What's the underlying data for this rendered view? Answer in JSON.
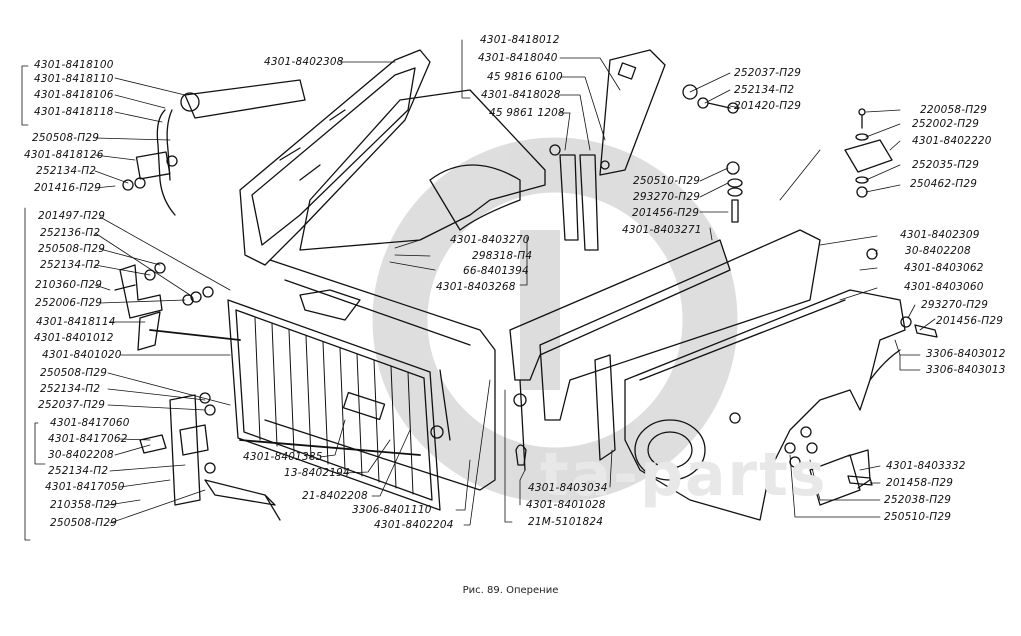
{
  "figure": {
    "caption": "Рис. 89. Оперение",
    "watermark_text": "ta-parts",
    "watermark_logo": "GP"
  },
  "labels": {
    "left_top": [
      "4301-8418100",
      "4301-8418110",
      "4301-8418106",
      "4301-8418118",
      "250508-П29",
      "4301-8418126",
      "252134-П2",
      "201416-П29"
    ],
    "left_mid": [
      "201497-П29",
      "252136-П2",
      "250508-П29",
      "252134-П2",
      "210360-П29",
      "252006-П29",
      "4301-8418114",
      "4301-8401012",
      "4301-8401020"
    ],
    "left_bottom": [
      "250508-П29",
      "252134-П2",
      "252037-П29",
      "4301-8417060",
      "4301-8417062",
      "30-8402208",
      "252134-П2",
      "4301-8417050",
      "210358-П29",
      "250508-П29"
    ],
    "grille_bottom": [
      "4301-8401385",
      "13-8402194",
      "21-8402208",
      "3306-8401110",
      "4301-8402204"
    ],
    "hood": [
      "4301-8402308"
    ],
    "hinge": [
      "4301-8418012",
      "4301-8418040",
      "45 9816 6100",
      "4301-8418028",
      "45 9861 1208"
    ],
    "hinge_bolts": [
      "252037-П29",
      "252134-П2",
      "201420-П29"
    ],
    "bracket_top_right": [
      "220058-П29",
      "252002-П29",
      "4301-8402220",
      "252035-П29",
      "250462-П29"
    ],
    "seal": [
      "4301-8403270",
      "298318-П4",
      "66-8401394",
      "4301-8403268"
    ],
    "mud_bolts": [
      "250510-П29",
      "293270-П29",
      "201456-П29",
      "4301-8403271"
    ],
    "fender_right": [
      "4301-8402309",
      "30-8402208",
      "4301-8403062",
      "4301-8403060",
      "293270-П29",
      "201456-П29",
      "3306-8403012",
      "3306-8403013"
    ],
    "fender_bottom": [
      "4301-8403332",
      "201458-П29",
      "252038-П29",
      "250510-П29"
    ],
    "mudguard_bottom": [
      "4301-8403034",
      "4301-8401028",
      "21М-5101824"
    ]
  }
}
